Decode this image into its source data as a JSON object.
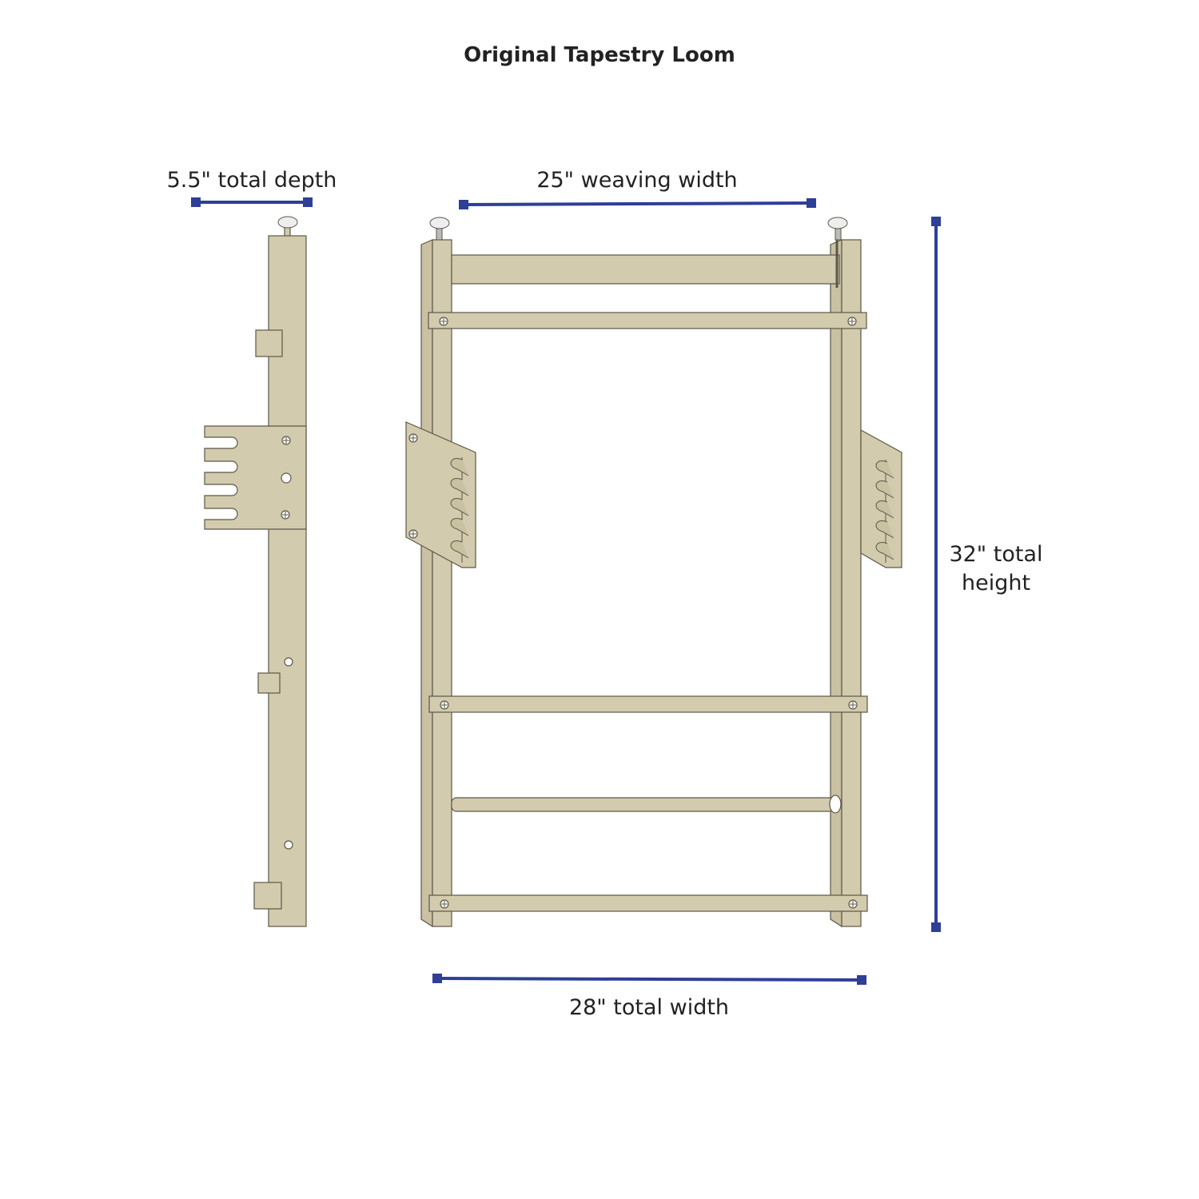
{
  "title": "Original Tapestry Loom",
  "dimensions": {
    "depth": "5.5\" total depth",
    "weaving_width": "25\" weaving width",
    "height_line1": "32\" total",
    "height_line2": "height",
    "total_width": "28\" total width"
  },
  "colors": {
    "wood": "#d3cbad",
    "dimension": "#2e3f96"
  }
}
